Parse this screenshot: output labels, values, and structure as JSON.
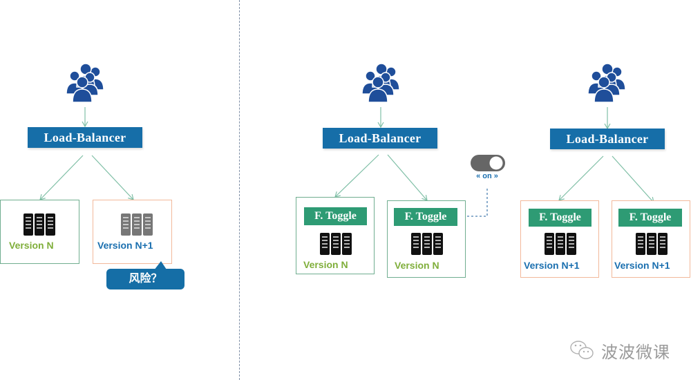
{
  "diagram": {
    "colors": {
      "users": "#1f4e9a",
      "load_balancer": "#166ea8",
      "feature_toggle": "#2e9b74",
      "arrow": "#7fbfa6",
      "green_box_border": "#6fad8f",
      "orange_box_border": "#f2b89a",
      "version_n_text": "#7fae3a",
      "version_n1_text": "#1a6faf",
      "risk_callout": "#156ea6"
    },
    "panels": [
      {
        "name": "traditional-deploy",
        "load_balancer": "Load-Balancer",
        "nodes": [
          {
            "label": "Version N",
            "toggle": null,
            "server_icon": "server-black"
          },
          {
            "label": "Version N+1",
            "toggle": null,
            "server_icon": "server-gray"
          }
        ],
        "callout": "风险？"
      },
      {
        "name": "toggle-deploy-step1",
        "load_balancer": "Load-Balancer",
        "nodes": [
          {
            "label": "Version N",
            "toggle": "F. Toggle",
            "server_icon": "server-black"
          },
          {
            "label": "Version N",
            "toggle": "F. Toggle",
            "server_icon": "server-black"
          }
        ],
        "switch": {
          "label": "« on »",
          "state": "on"
        }
      },
      {
        "name": "toggle-deploy-step2",
        "load_balancer": "Load-Balancer",
        "nodes": [
          {
            "label": "Version N+1",
            "toggle": "F. Toggle",
            "server_icon": "server-black"
          },
          {
            "label": "Version N+1",
            "toggle": "F. Toggle",
            "server_icon": "server-black"
          }
        ]
      }
    ],
    "watermark": "波波微课"
  }
}
